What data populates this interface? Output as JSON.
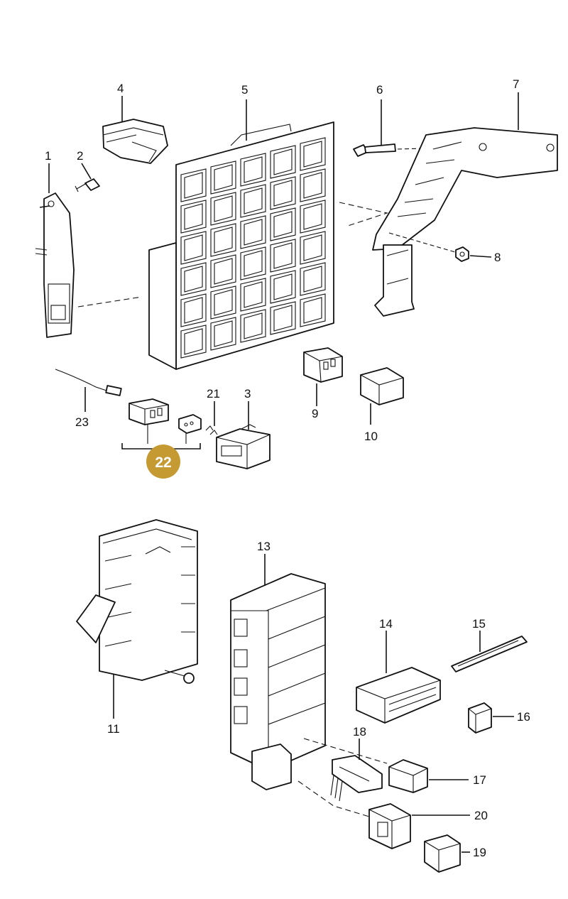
{
  "diagram": {
    "callouts": {
      "p1": "1",
      "p2": "2",
      "p3": "3",
      "p4": "4",
      "p5": "5",
      "p6": "6",
      "p7": "7",
      "p8": "8",
      "p9": "9",
      "p10": "10",
      "p11": "11",
      "p12": "13",
      "p13": "14",
      "p14": "15",
      "p15": "16",
      "p16": "17",
      "p17": "18",
      "p18": "19",
      "p19": "20",
      "p20": "21",
      "p21": "23"
    },
    "highlight": {
      "label": "22",
      "color": "#c59a33"
    }
  }
}
